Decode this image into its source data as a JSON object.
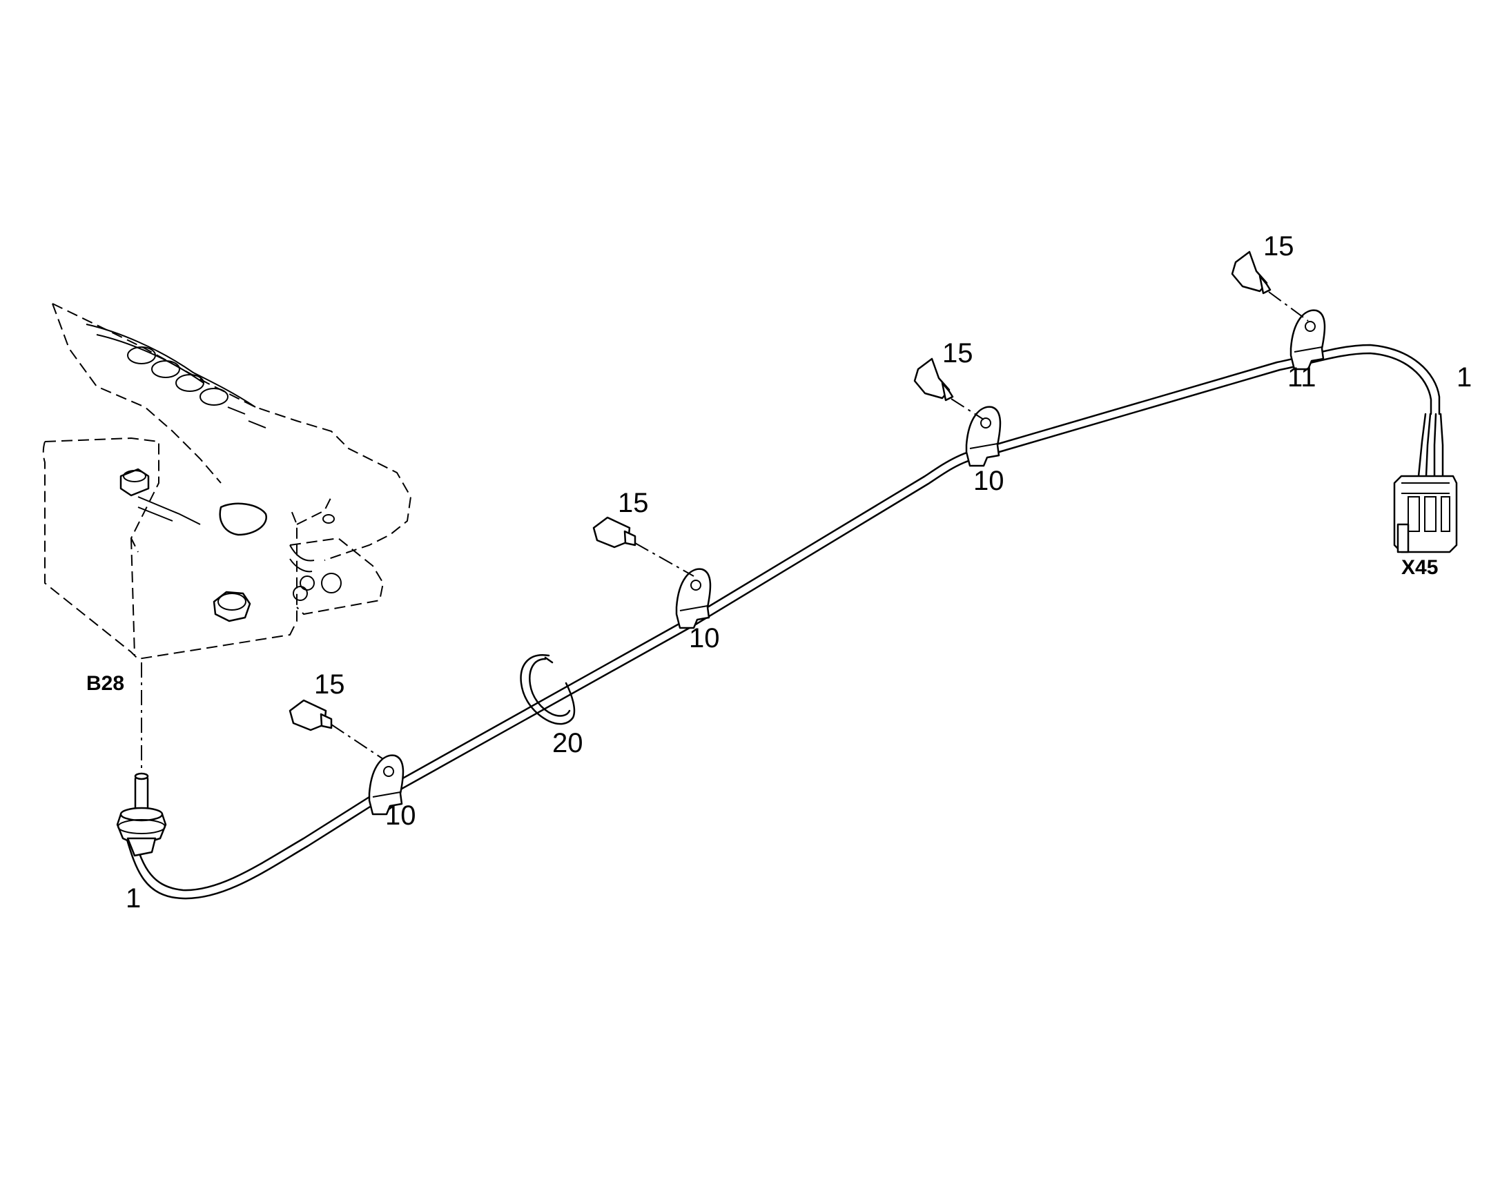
{
  "callouts": {
    "cable_left": "1",
    "cable_right": "1",
    "bolt_1": "15",
    "bolt_2": "15",
    "bolt_3": "15",
    "bolt_4": "15",
    "clip_1": "10",
    "clip_2": "10",
    "clip_3": "10",
    "clip_end": "11",
    "ring": "20"
  },
  "components": {
    "sensor": "B28",
    "connector": "X45"
  }
}
